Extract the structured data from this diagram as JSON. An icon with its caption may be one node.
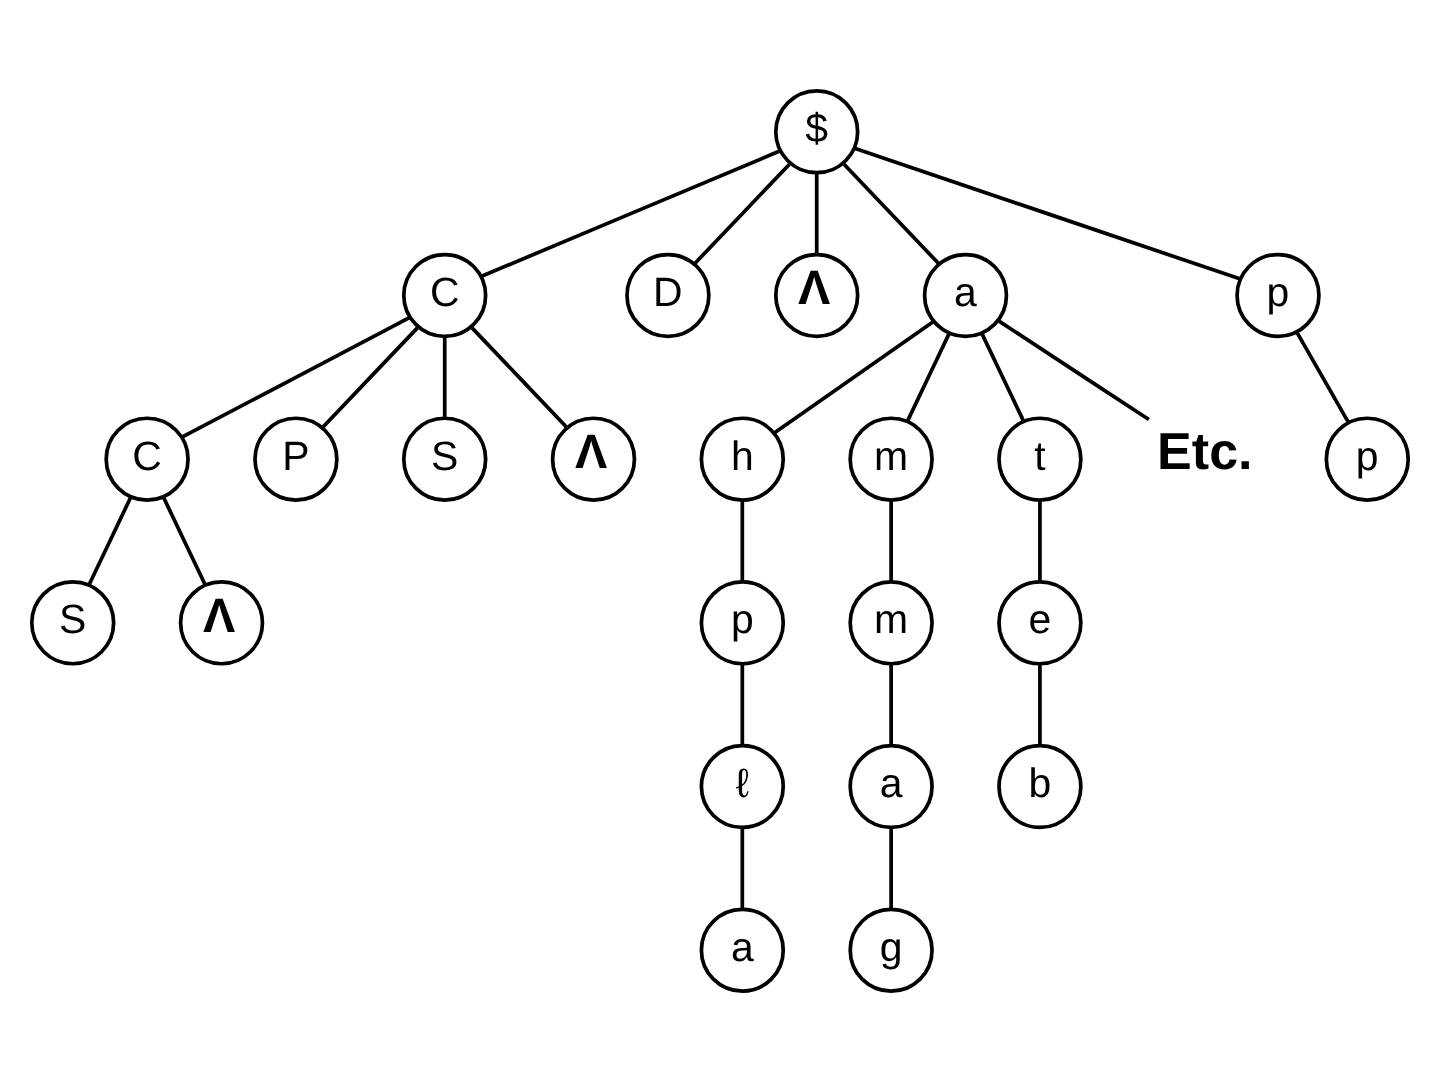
{
  "diagram": {
    "nodes": [
      {
        "text": [
          "$"
        ]
      },
      {
        "text": [
          "C"
        ]
      },
      {
        "text": [
          "D"
        ]
      },
      {
        "text": [
          "Λ"
        ]
      },
      {
        "text": [
          "a"
        ]
      },
      {
        "text": [
          "p"
        ]
      },
      {
        "text": [
          "C"
        ]
      },
      {
        "text": [
          "P"
        ]
      },
      {
        "text": [
          "S"
        ]
      },
      {
        "text": [
          "Λ"
        ]
      },
      {
        "text": [
          "h"
        ]
      },
      {
        "text": [
          "m"
        ]
      },
      {
        "text": [
          "t"
        ]
      },
      {
        "text": [
          "Etc."
        ]
      },
      {
        "text": [
          "p"
        ]
      },
      {
        "text": [
          "S"
        ]
      },
      {
        "text": [
          "Λ"
        ]
      },
      {
        "text": [
          "p"
        ]
      },
      {
        "text": [
          "m"
        ]
      },
      {
        "text": [
          "e"
        ]
      },
      {
        "text": [
          "ℓ"
        ]
      },
      {
        "text": [
          "a"
        ]
      },
      {
        "text": [
          "b"
        ]
      },
      {
        "text": [
          "a"
        ]
      },
      {
        "text": [
          "g"
        ]
      }
    ],
    "edges": [
      {
        "from": 0,
        "to": 1,
        "arrow": "none"
      },
      {
        "from": 0,
        "to": 2,
        "arrow": "none"
      },
      {
        "from": 0,
        "to": 3,
        "arrow": "none"
      },
      {
        "from": 0,
        "to": 4,
        "arrow": "none"
      },
      {
        "from": 0,
        "to": 5,
        "arrow": "none"
      },
      {
        "from": 1,
        "to": 6,
        "arrow": "none"
      },
      {
        "from": 1,
        "to": 7,
        "arrow": "none"
      },
      {
        "from": 1,
        "to": 8,
        "arrow": "none"
      },
      {
        "from": 1,
        "to": 9,
        "arrow": "none"
      },
      {
        "from": 4,
        "to": 10,
        "arrow": "none"
      },
      {
        "from": 4,
        "to": 11,
        "arrow": "none"
      },
      {
        "from": 4,
        "to": 12,
        "arrow": "none"
      },
      {
        "from": 4,
        "to": 13,
        "arrow": "none"
      },
      {
        "from": 5,
        "to": 14,
        "arrow": "none"
      },
      {
        "from": 6,
        "to": 15,
        "arrow": "none"
      },
      {
        "from": 6,
        "to": 16,
        "arrow": "none"
      },
      {
        "from": 10,
        "to": 17,
        "arrow": "none"
      },
      {
        "from": 11,
        "to": 18,
        "arrow": "none"
      },
      {
        "from": 12,
        "to": 19,
        "arrow": "none"
      },
      {
        "from": 17,
        "to": 20,
        "arrow": "none"
      },
      {
        "from": 18,
        "to": 21,
        "arrow": "none"
      },
      {
        "from": 19,
        "to": 22,
        "arrow": "none"
      },
      {
        "from": 20,
        "to": 23,
        "arrow": "none"
      },
      {
        "from": 21,
        "to": 24,
        "arrow": "none"
      }
    ]
  }
}
